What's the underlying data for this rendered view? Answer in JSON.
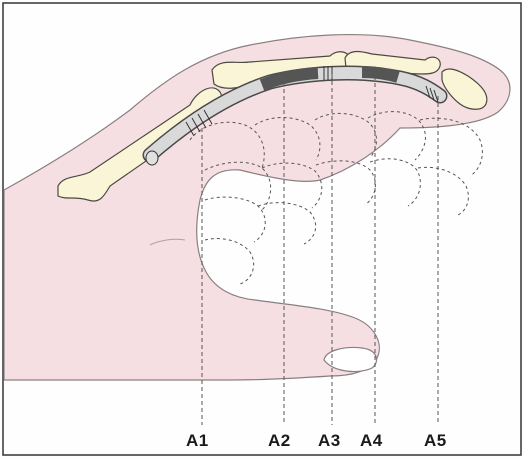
{
  "figure": {
    "labels": [
      {
        "id": "a1",
        "text": "A1"
      },
      {
        "id": "a2",
        "text": "A2"
      },
      {
        "id": "a3",
        "text": "A3"
      },
      {
        "id": "a4",
        "text": "A4"
      },
      {
        "id": "a5",
        "text": "A5"
      }
    ]
  },
  "colors": {
    "skin": "#f6dfe3",
    "skin_outline": "#8a7f80",
    "bone": "#fbf5d7",
    "bone_outline": "#4a4a40",
    "tendon_sheath": "#d9d9d9",
    "pulley_dark": "#555555",
    "frame": "#333333",
    "dashed": "#555555"
  }
}
